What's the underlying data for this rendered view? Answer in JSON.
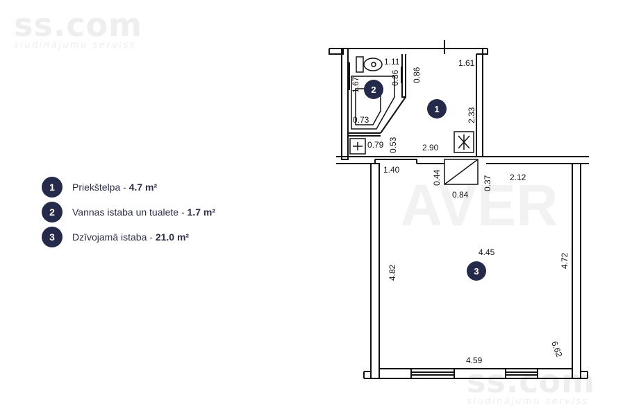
{
  "watermarks": {
    "top": {
      "brand": "ss.com",
      "tagline": "sludinājumu serviss"
    },
    "bottom": {
      "brand": "ss.com",
      "tagline": "sludinājumu serviss"
    },
    "center": "AVER"
  },
  "legend": [
    {
      "number": "1",
      "name": "Priekštelpa - ",
      "area": "4.7 m²"
    },
    {
      "number": "2",
      "name": "Vannas istaba un tualete - ",
      "area": "1.7 m²"
    },
    {
      "number": "3",
      "name": "Dzīvojamā istaba - ",
      "area": "21.0 m²"
    }
  ],
  "plan": {
    "room_markers": [
      "1",
      "2",
      "3"
    ],
    "dimensions": {
      "d_1_11": "1.11",
      "d_0_86a": "0.86",
      "d_0_86b": "0.86",
      "d_1_61": "1.61",
      "d_1_67": "1.67",
      "d_0_73": "0.73",
      "d_2_33": "2.33",
      "d_0_79": "0.79",
      "d_0_53": "0.53",
      "d_2_90": "2.90",
      "d_1_40": "1.40",
      "d_0_44": "0.44",
      "d_0_37": "0.37",
      "d_2_12": "2.12",
      "d_0_84": "0.84",
      "d_4_45": "4.45",
      "d_4_82": "4.82",
      "d_4_72": "4.72",
      "d_6_62": "6.62",
      "d_4_59": "4.59"
    }
  },
  "colors": {
    "badge": "#262a4a",
    "text": "#2b2e45",
    "wall": "#111111",
    "watermark": "#eeeeee"
  }
}
